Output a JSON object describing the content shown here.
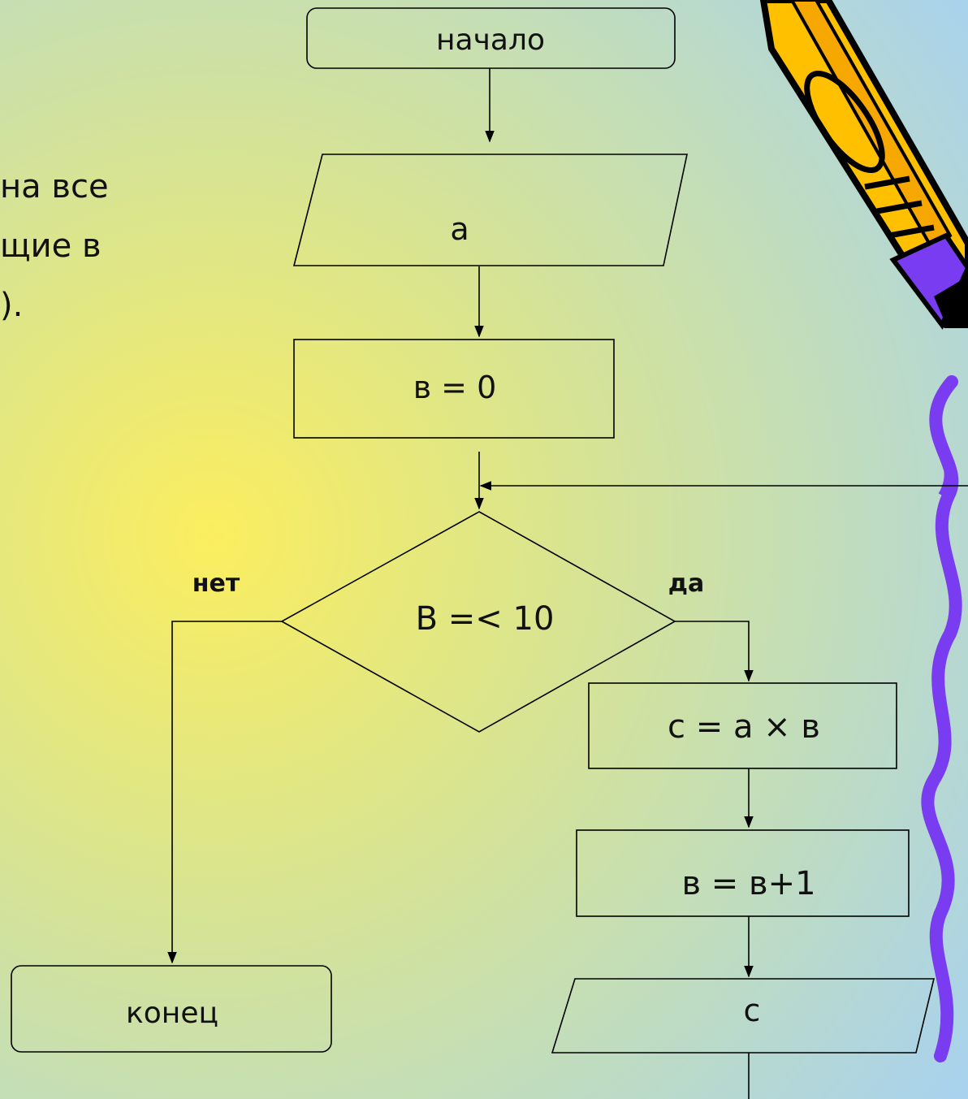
{
  "side_text": {
    "line1": "на все",
    "line2": "щие в",
    "line3": ")."
  },
  "nodes": {
    "start": "начало",
    "input_a": "а",
    "init_b": "в = 0",
    "condition": "В =< 10",
    "calc_c": "с = а × в",
    "increment_b": "в = в+1",
    "output_c": "с",
    "end": "конец"
  },
  "branches": {
    "no": "нет",
    "yes": "да"
  },
  "colors": {
    "background_glow": "#fbee5f",
    "background_mid": "#cfe0a6",
    "background_edge": "#a8d2ee",
    "squiggle": "#7a3cf0",
    "pencil_body": "#ffc000",
    "pencil_outline": "#000000",
    "lines": "#000000"
  },
  "icons": {
    "pencil": "pencil-icon"
  }
}
